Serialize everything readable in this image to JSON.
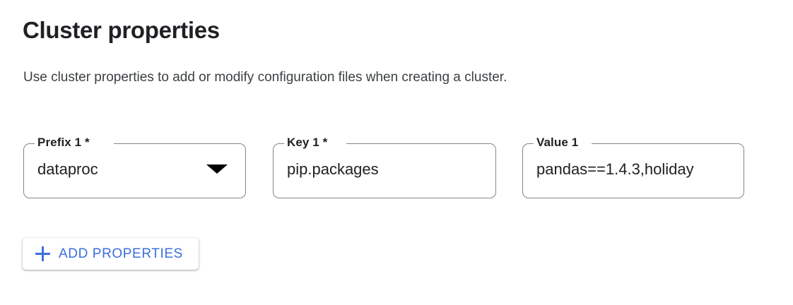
{
  "header": {
    "title": "Cluster properties",
    "subtitle": "Use cluster properties to add or modify configuration files when creating a cluster."
  },
  "colors": {
    "accent_blue": "#3b6fdb",
    "field_outline": "#80868b",
    "text_primary": "#202124",
    "text_secondary": "#3c4043",
    "background": "#ffffff"
  },
  "form": {
    "fields": [
      {
        "name": "prefix",
        "label": "Prefix 1 *",
        "label_text": "Prefix 1",
        "required": true,
        "type": "select",
        "value": "dataproc",
        "placeholder": "",
        "icon": "chevron-down-icon"
      },
      {
        "name": "key",
        "label": "Key 1 *",
        "label_text": "Key 1",
        "required": true,
        "type": "text",
        "value": "pip.packages",
        "placeholder": ""
      },
      {
        "name": "value",
        "label": "Value 1",
        "label_text": "Value 1",
        "required": false,
        "type": "text",
        "value": "pandas==1.4.3,holiday",
        "placeholder": ""
      }
    ]
  },
  "actions": {
    "add_properties": {
      "label": "ADD PROPERTIES",
      "icon": "plus-icon"
    }
  }
}
